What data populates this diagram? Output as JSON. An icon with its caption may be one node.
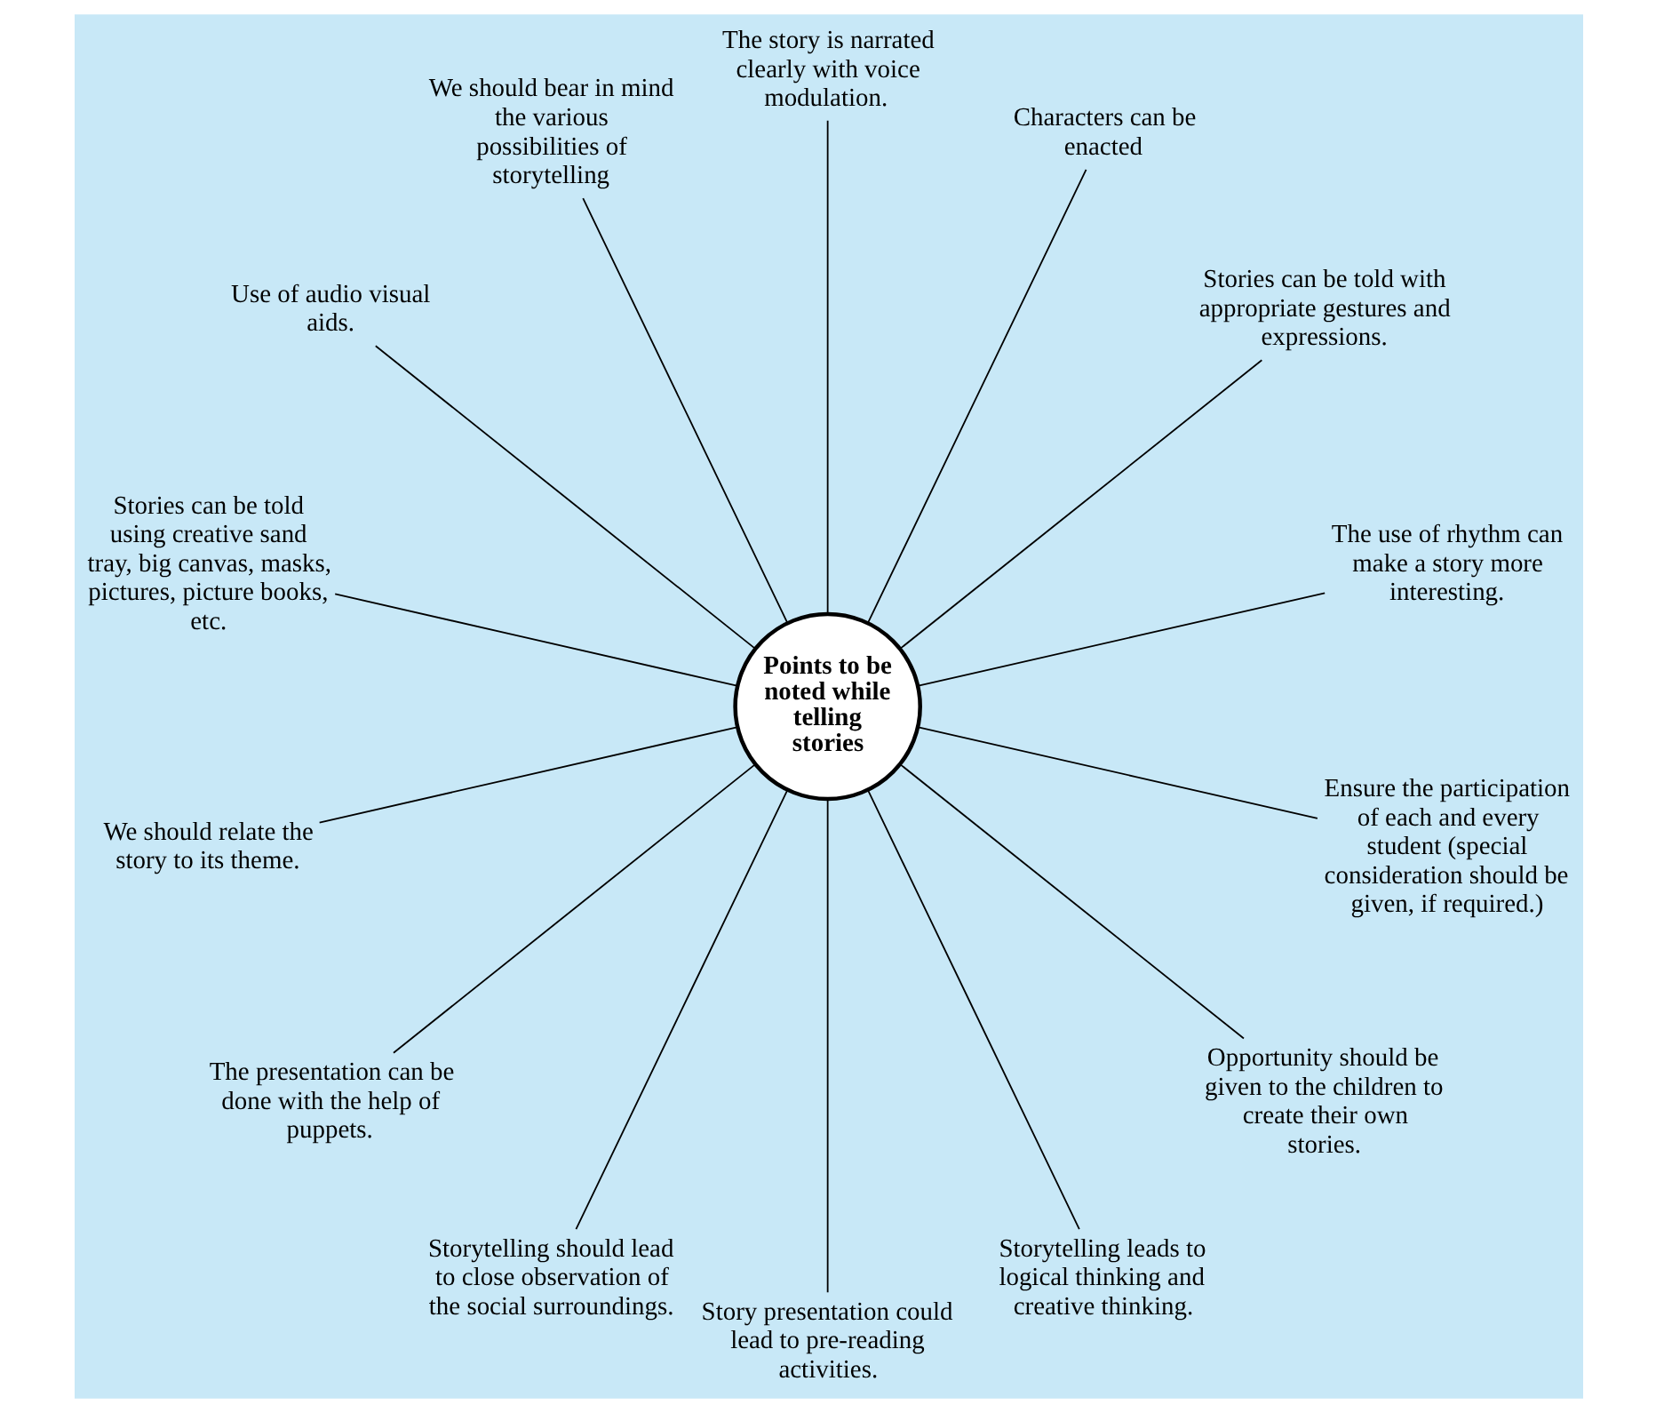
{
  "diagram": {
    "nodes": [
      {
        "text": [
          "Points to be noted while telling stories"
        ]
      },
      {
        "text": [
          "The use of rhythm can make a story more interesting."
        ]
      },
      {
        "text": [
          "Stories can be told with appropriate gestures and expressions."
        ]
      },
      {
        "text": [
          "Characters can be enacted"
        ]
      },
      {
        "text": [
          "The story is narrated clearly with voice modulation."
        ]
      },
      {
        "text": [
          "We should bear in mind the various possibilities of storytelling"
        ]
      },
      {
        "text": [
          "Use of audio visual aids."
        ]
      },
      {
        "text": [
          "Stories can be told using creative sand tray, big canvas, masks, pictures, picture books, etc."
        ]
      },
      {
        "text": [
          "We should relate the story to its theme."
        ]
      },
      {
        "text": [
          "The presentation can be done with the help of puppets."
        ]
      },
      {
        "text": [
          "Storytelling should lead to close observation of the social surroundings."
        ]
      },
      {
        "text": [
          "Story presentation could lead to pre-reading activities."
        ]
      },
      {
        "text": [
          "Storytelling leads to logical thinking and creative thinking."
        ]
      },
      {
        "text": [
          "Opportunity should be given to the children to create their own stories."
        ]
      },
      {
        "text": [
          "Ensure the participation of each and every student (special consideration should be given, if required.)"
        ]
      }
    ],
    "edges": [
      {
        "from": 0,
        "to": 1,
        "arrow": "none"
      },
      {
        "from": 0,
        "to": 2,
        "arrow": "none"
      },
      {
        "from": 0,
        "to": 3,
        "arrow": "none"
      },
      {
        "from": 0,
        "to": 4,
        "arrow": "none"
      },
      {
        "from": 0,
        "to": 5,
        "arrow": "none"
      },
      {
        "from": 0,
        "to": 6,
        "arrow": "none"
      },
      {
        "from": 0,
        "to": 7,
        "arrow": "none"
      },
      {
        "from": 0,
        "to": 8,
        "arrow": "none"
      },
      {
        "from": 0,
        "to": 9,
        "arrow": "none"
      },
      {
        "from": 0,
        "to": 10,
        "arrow": "none"
      },
      {
        "from": 0,
        "to": 11,
        "arrow": "none"
      },
      {
        "from": 0,
        "to": 12,
        "arrow": "none"
      },
      {
        "from": 0,
        "to": 13,
        "arrow": "none"
      },
      {
        "from": 0,
        "to": 14,
        "arrow": "none"
      }
    ]
  }
}
